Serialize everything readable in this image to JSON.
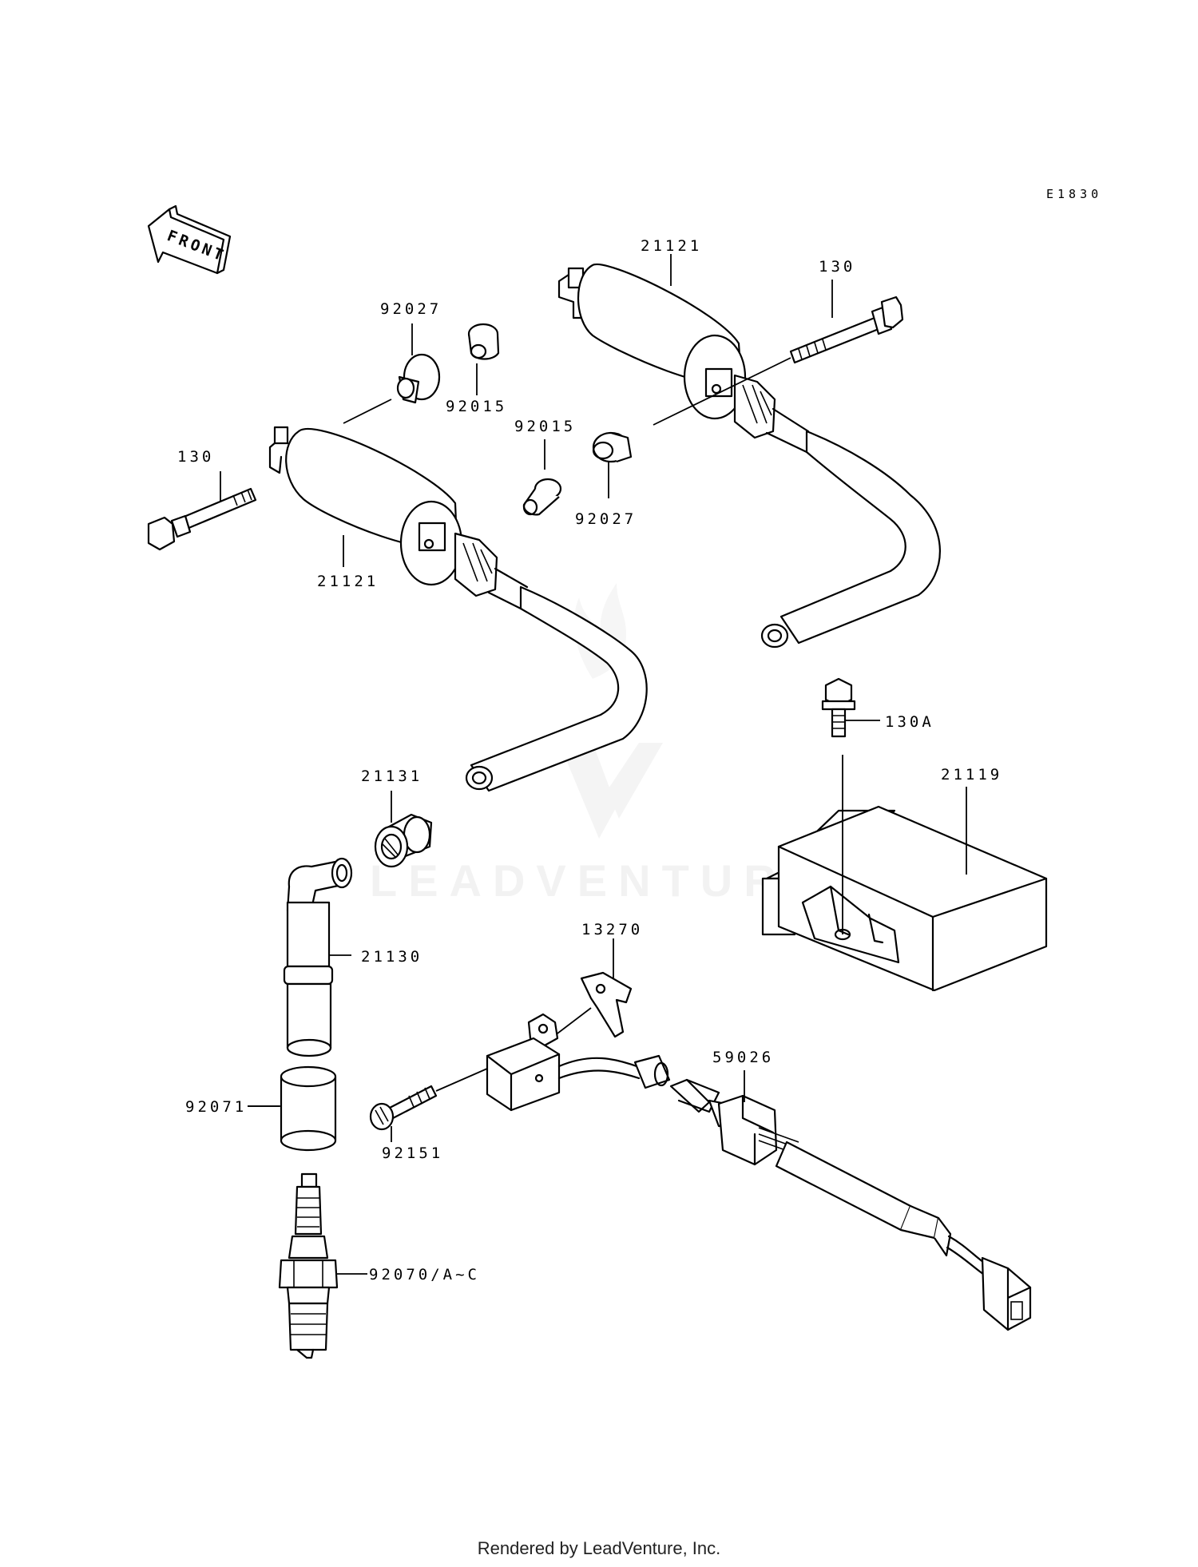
{
  "diagram_code": "E1830",
  "front_arrow_label": "FRONT",
  "watermark": "LEADVENTURE",
  "footer": "Rendered by LeadVenture, Inc.",
  "labels": {
    "coil_right": "21121",
    "bolt_right": "130",
    "collar_left_top": "92027",
    "bushing_left_top": "92015",
    "bushing_mid": "92015",
    "collar_mid": "92027",
    "bolt_left": "130",
    "coil_left": "21121",
    "bolt_igniter": "130A",
    "igniter": "21119",
    "cap_seal": "21131",
    "plug_cap": "21130",
    "bracket": "13270",
    "clamp": "59026",
    "grommet": "92071",
    "pickup_bolt": "92151",
    "spark_plug": "92070/A~C"
  }
}
